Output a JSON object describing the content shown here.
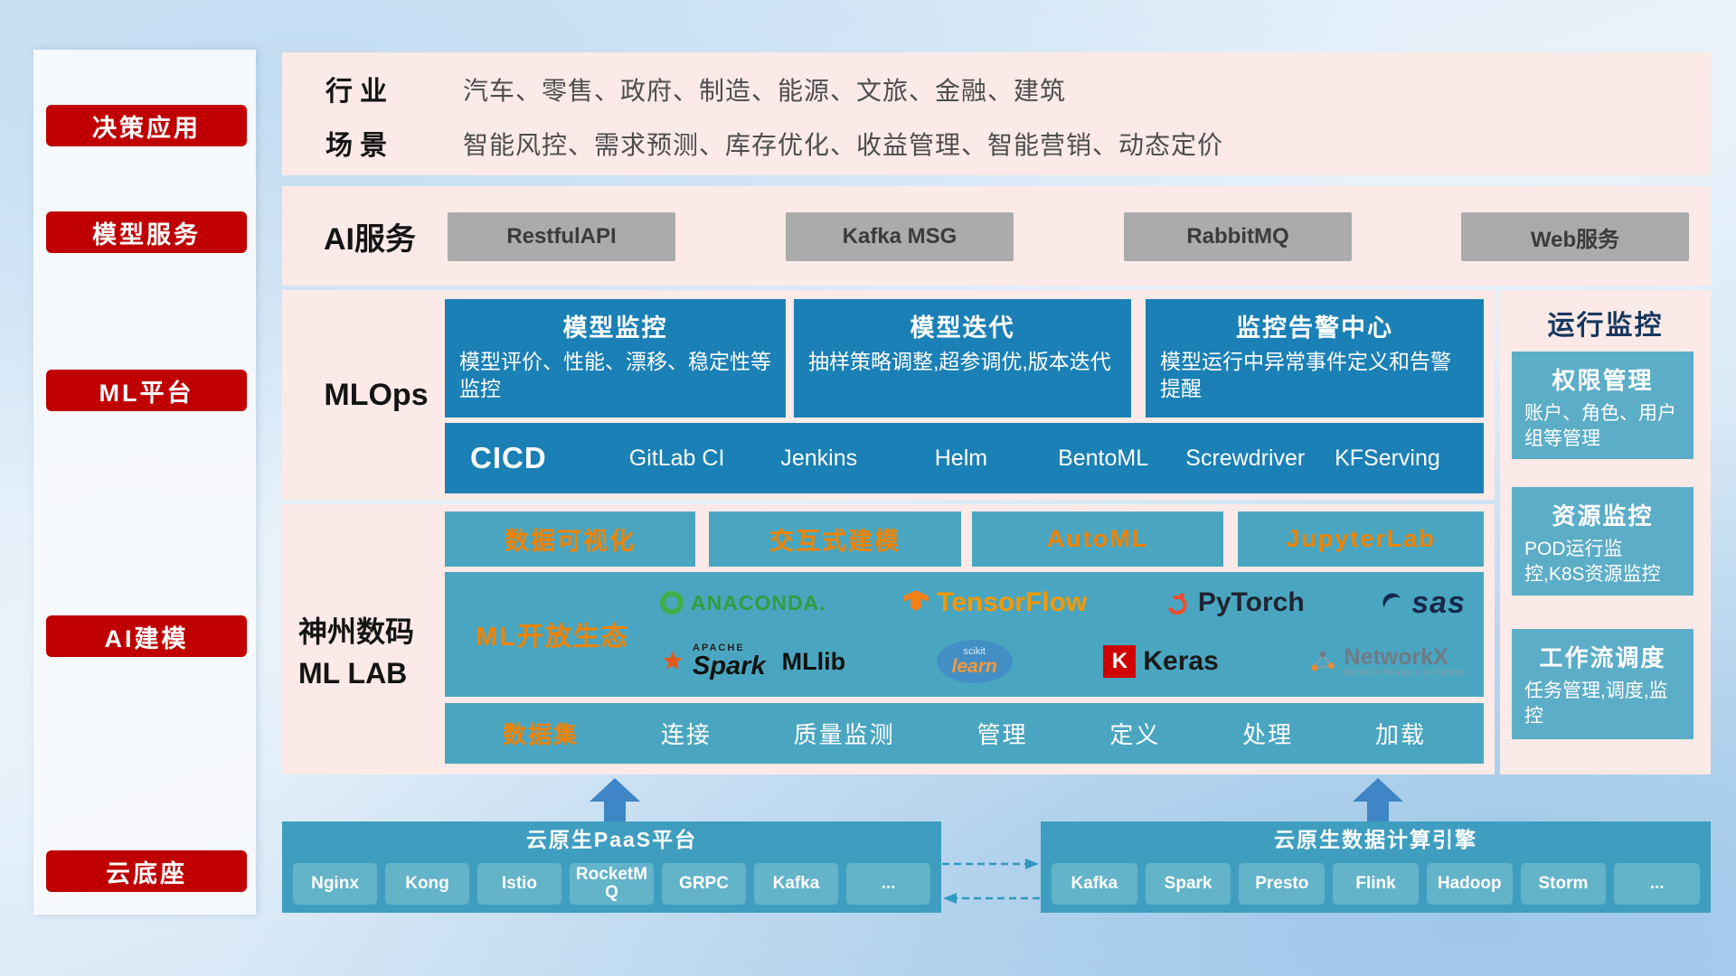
{
  "rail": {
    "items": [
      {
        "label": "决策应用"
      },
      {
        "label": "模型服务"
      },
      {
        "label": "ML平台"
      },
      {
        "label": "AI建模"
      },
      {
        "label": "云底座"
      }
    ]
  },
  "apps": {
    "industry_label": "行业",
    "industry_text": "汽车、零售、政府、制造、能源、文旅、金融、建筑",
    "scene_label": "场景",
    "scene_text": "智能风控、需求预测、库存优化、收益管理、智能营销、动态定价"
  },
  "services": {
    "label": "AI服务",
    "buttons": [
      "RestfulAPI",
      "Kafka MSG",
      "RabbitMQ",
      "Web服务"
    ]
  },
  "mlops": {
    "label": "MLOps",
    "cards": [
      {
        "title": "模型监控",
        "desc": "模型评价、性能、漂移、稳定性等监控"
      },
      {
        "title": "模型迭代",
        "desc": "抽样策略调整,超参调优,版本迭代"
      },
      {
        "title": "监控告警中心",
        "desc": "模型运行中异常事件定义和告警提醒"
      }
    ],
    "cicd_label": "CICD",
    "cicd_items": [
      "GitLab CI",
      "Jenkins",
      "Helm",
      "BentoML",
      "Screwdriver",
      "KFServing"
    ]
  },
  "monitor": {
    "title": "运行监控",
    "cards": [
      {
        "title": "权限管理",
        "desc": "账户、角色、用户组等管理"
      },
      {
        "title": "资源监控",
        "desc": "POD运行监控,K8S资源监控"
      },
      {
        "title": "工作流调度",
        "desc": "任务管理,调度,监控"
      }
    ]
  },
  "mllab": {
    "label_line1": "神州数码",
    "label_line2": "ML LAB",
    "tools": [
      "数据可视化",
      "交互式建模",
      "AutoML",
      "JupyterLab"
    ],
    "ecosystem_label": "ML开放生态",
    "logos": {
      "anaconda": "ANACONDA.",
      "tensorflow": "TensorFlow",
      "pytorch": "PyTorch",
      "sas": "sas",
      "spark_small": "APACHE",
      "spark": "Spark",
      "mllib": "MLlib",
      "sklearn_small": "scikit",
      "sklearn": "learn",
      "keras_badge": "K",
      "keras": "Keras",
      "networkx": "NetworkX",
      "networkx_sub": "Network Analysis in Python"
    },
    "data_label": "数据集",
    "data_items": [
      "连接",
      "质量监测",
      "管理",
      "定义",
      "处理",
      "加载"
    ]
  },
  "cloud": {
    "paas_title": "云原生PaaS平台",
    "paas_items": [
      "Nginx",
      "Kong",
      "Istio",
      "RocketMQ",
      "GRPC",
      "Kafka",
      "..."
    ],
    "engine_title": "云原生数据计算引擎",
    "engine_items": [
      "Kafka",
      "Spark",
      "Presto",
      "Flink",
      "Hadoop",
      "Storm",
      "..."
    ]
  },
  "colors": {
    "red": "#c00000",
    "pink": "#fbeae7",
    "teal": "#4aa6c0",
    "teal_dark": "#1a80b6",
    "orange": "#f08300",
    "steel_blue": "#3e86c5",
    "gray_button": "#ababab"
  }
}
